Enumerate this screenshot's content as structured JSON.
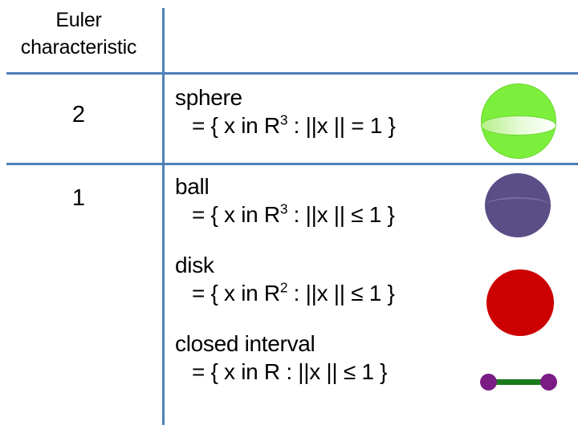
{
  "table": {
    "header": {
      "line1": "Euler",
      "line2": "characteristic"
    },
    "rows": [
      {
        "euler_characteristic": "2",
        "entries": [
          {
            "term": "sphere",
            "formula_prefix": "= { x in R",
            "exponent": "3",
            "formula_suffix": " :  ||x || = 1 }",
            "figure": "green-sphere-icon"
          }
        ]
      },
      {
        "euler_characteristic": "1",
        "entries": [
          {
            "term": "ball",
            "formula_prefix": "= { x in R",
            "exponent": "3",
            "formula_suffix": " :  ||x || ≤ 1 }",
            "figure": "purple-ball-icon"
          },
          {
            "term": "disk",
            "formula_prefix": "= { x in R",
            "exponent": "2",
            "formula_suffix": " :  ||x || ≤ 1 }",
            "figure": "red-disk-icon"
          },
          {
            "term": "closed interval",
            "formula_prefix": "= { x in R",
            "exponent": "",
            "formula_suffix": " :  ||x || ≤ 1 }",
            "figure": "interval-segment-icon"
          }
        ]
      }
    ]
  },
  "colors": {
    "rule": "#4E80B8",
    "sphere": "#7CEE3C",
    "ball": "#5B4E86",
    "disk": "#CC0000",
    "interval_line": "#1A7A1A",
    "interval_endpoint": "#7B1C84",
    "text": "#000000"
  }
}
